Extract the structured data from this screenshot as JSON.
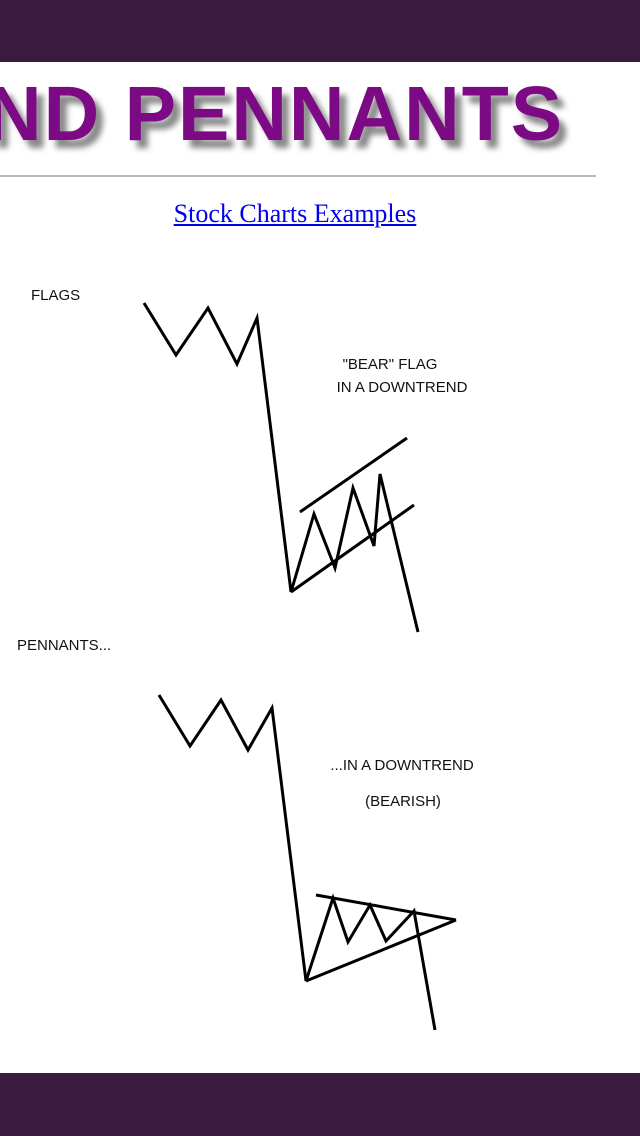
{
  "header": {
    "banner_title": "ND PENNANTS"
  },
  "links": {
    "examples_label": "Stock Charts Examples"
  },
  "diagram": {
    "flags_heading": "FLAGS",
    "bear_flag_line1": "\"BEAR\" FLAG",
    "bear_flag_line2": "IN A DOWNTREND",
    "pennants_heading": "PENNANTS...",
    "pennant_line1": "...IN A DOWNTREND",
    "pennant_line2": "(BEARISH)"
  },
  "colors": {
    "bar": "#3b1a40",
    "banner_text": "#7d0a85",
    "link": "#0000ee",
    "line": "#000000"
  }
}
